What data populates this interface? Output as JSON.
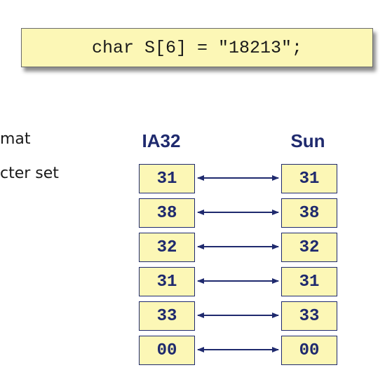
{
  "code": {
    "text": "char S[6] = \"18213\";"
  },
  "side_text": {
    "line1": "mat",
    "line2": "cter set"
  },
  "columns": {
    "left_header": "IA32",
    "right_header": "Sun"
  },
  "left_cells": [
    "31",
    "38",
    "32",
    "31",
    "33",
    "00"
  ],
  "right_cells": [
    "31",
    "38",
    "32",
    "31",
    "33",
    "00"
  ],
  "colors": {
    "box_fill": "#fcf7b6",
    "navy": "#1f2a6e"
  }
}
